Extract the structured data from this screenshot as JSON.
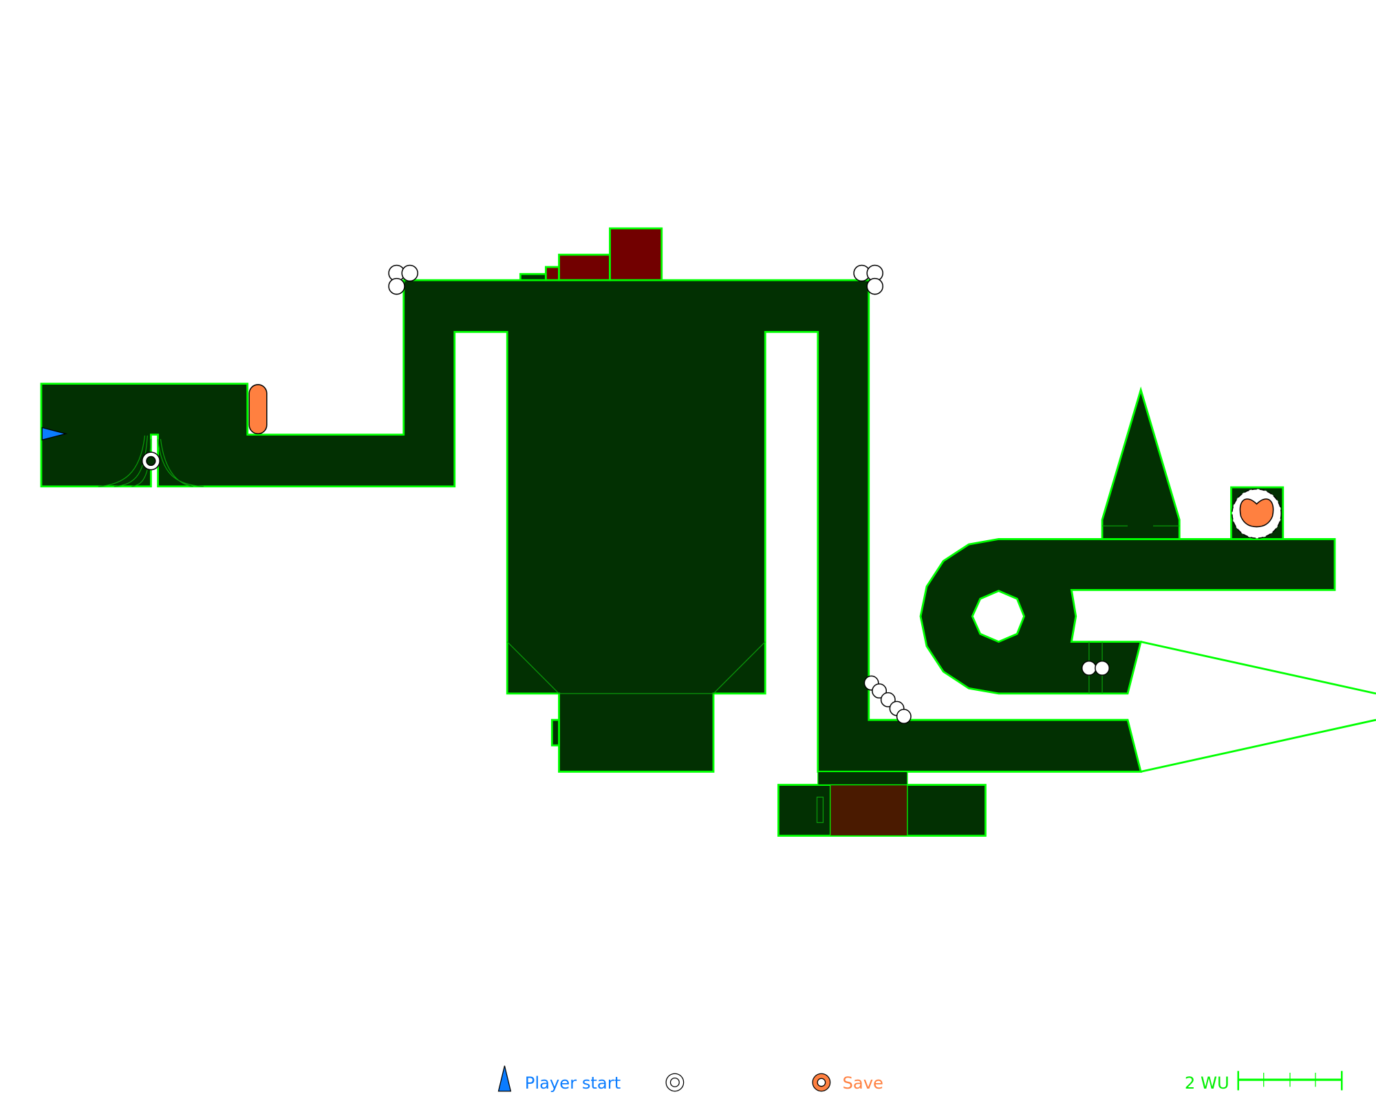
{
  "colors": {
    "terrain_fill": "#023002",
    "terrain_edge": "#00ff00",
    "hazard_fill": "#720000",
    "door_fill": "#4a1a00",
    "player_start": "#0a7cff",
    "save": "#ff8040"
  },
  "legend": {
    "player_start_label": "Player start",
    "collectible_label": "",
    "save_label": "Save",
    "scale_label": "2 WU"
  },
  "icons": [
    "player-start-icon",
    "collectible-ring-icon",
    "save-point-icon",
    "scale-bar-icon"
  ]
}
